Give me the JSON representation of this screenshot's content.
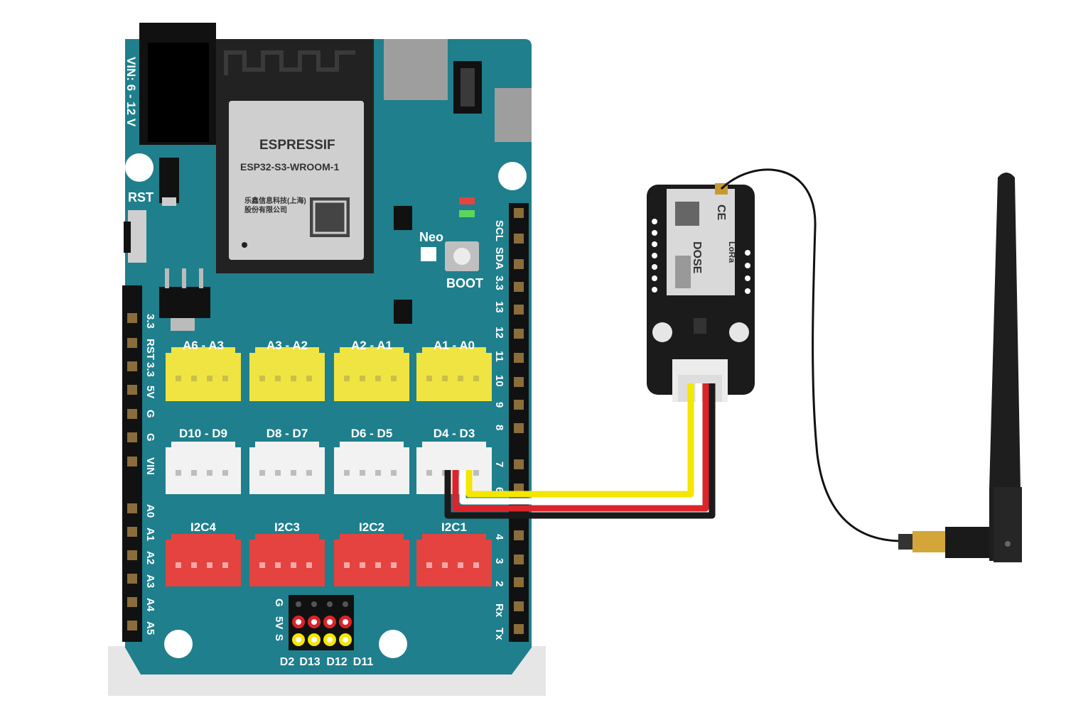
{
  "board": {
    "power_label": "VIN: 6 - 12 V",
    "reset_label": "RST",
    "neo_label": "Neo",
    "boot_label": "BOOT",
    "module": {
      "brand": "ESPRESSIF",
      "model": "ESP32-S3-WROOM-1",
      "maker_line1": "乐鑫信息科技(上海)",
      "maker_line2": "股份有限公司"
    },
    "left_header_labels": [
      "3.3",
      "RST",
      "3.3",
      "5V",
      "G",
      "G",
      "VIN",
      "A0",
      "A1",
      "A2",
      "A3",
      "A4",
      "A5"
    ],
    "right_header_labels": [
      "SCL",
      "SDA",
      "3.3",
      "13",
      "12",
      "11",
      "10",
      "9",
      "8",
      "7",
      "6",
      "4",
      "3",
      "2",
      "Rx",
      "Tx"
    ],
    "analog_ports": [
      "A6 - A3",
      "A3 - A2",
      "A2 - A1",
      "A1 - A0"
    ],
    "digital_ports": [
      "D10 - D9",
      "D8 - D7",
      "D6 - D5",
      "D4 - D3"
    ],
    "i2c_ports": [
      "I2C4",
      "I2C3",
      "I2C2",
      "I2C1"
    ],
    "servo_row_labels": [
      "G",
      "5V",
      "S"
    ],
    "servo_pin_labels": [
      "D2",
      "D13",
      "D12",
      "D11"
    ]
  },
  "lora_module": {
    "lines": [
      "DOSE",
      "CE",
      "LoRa"
    ]
  },
  "colors": {
    "board": "#1f7f8c",
    "analog_port": "#f0e442",
    "digital_port": "#f2f2f2",
    "i2c_port": "#e5433f",
    "wire_yellow": "#f5e600",
    "wire_red": "#d9252b",
    "wire_black": "#1a1a1a"
  }
}
